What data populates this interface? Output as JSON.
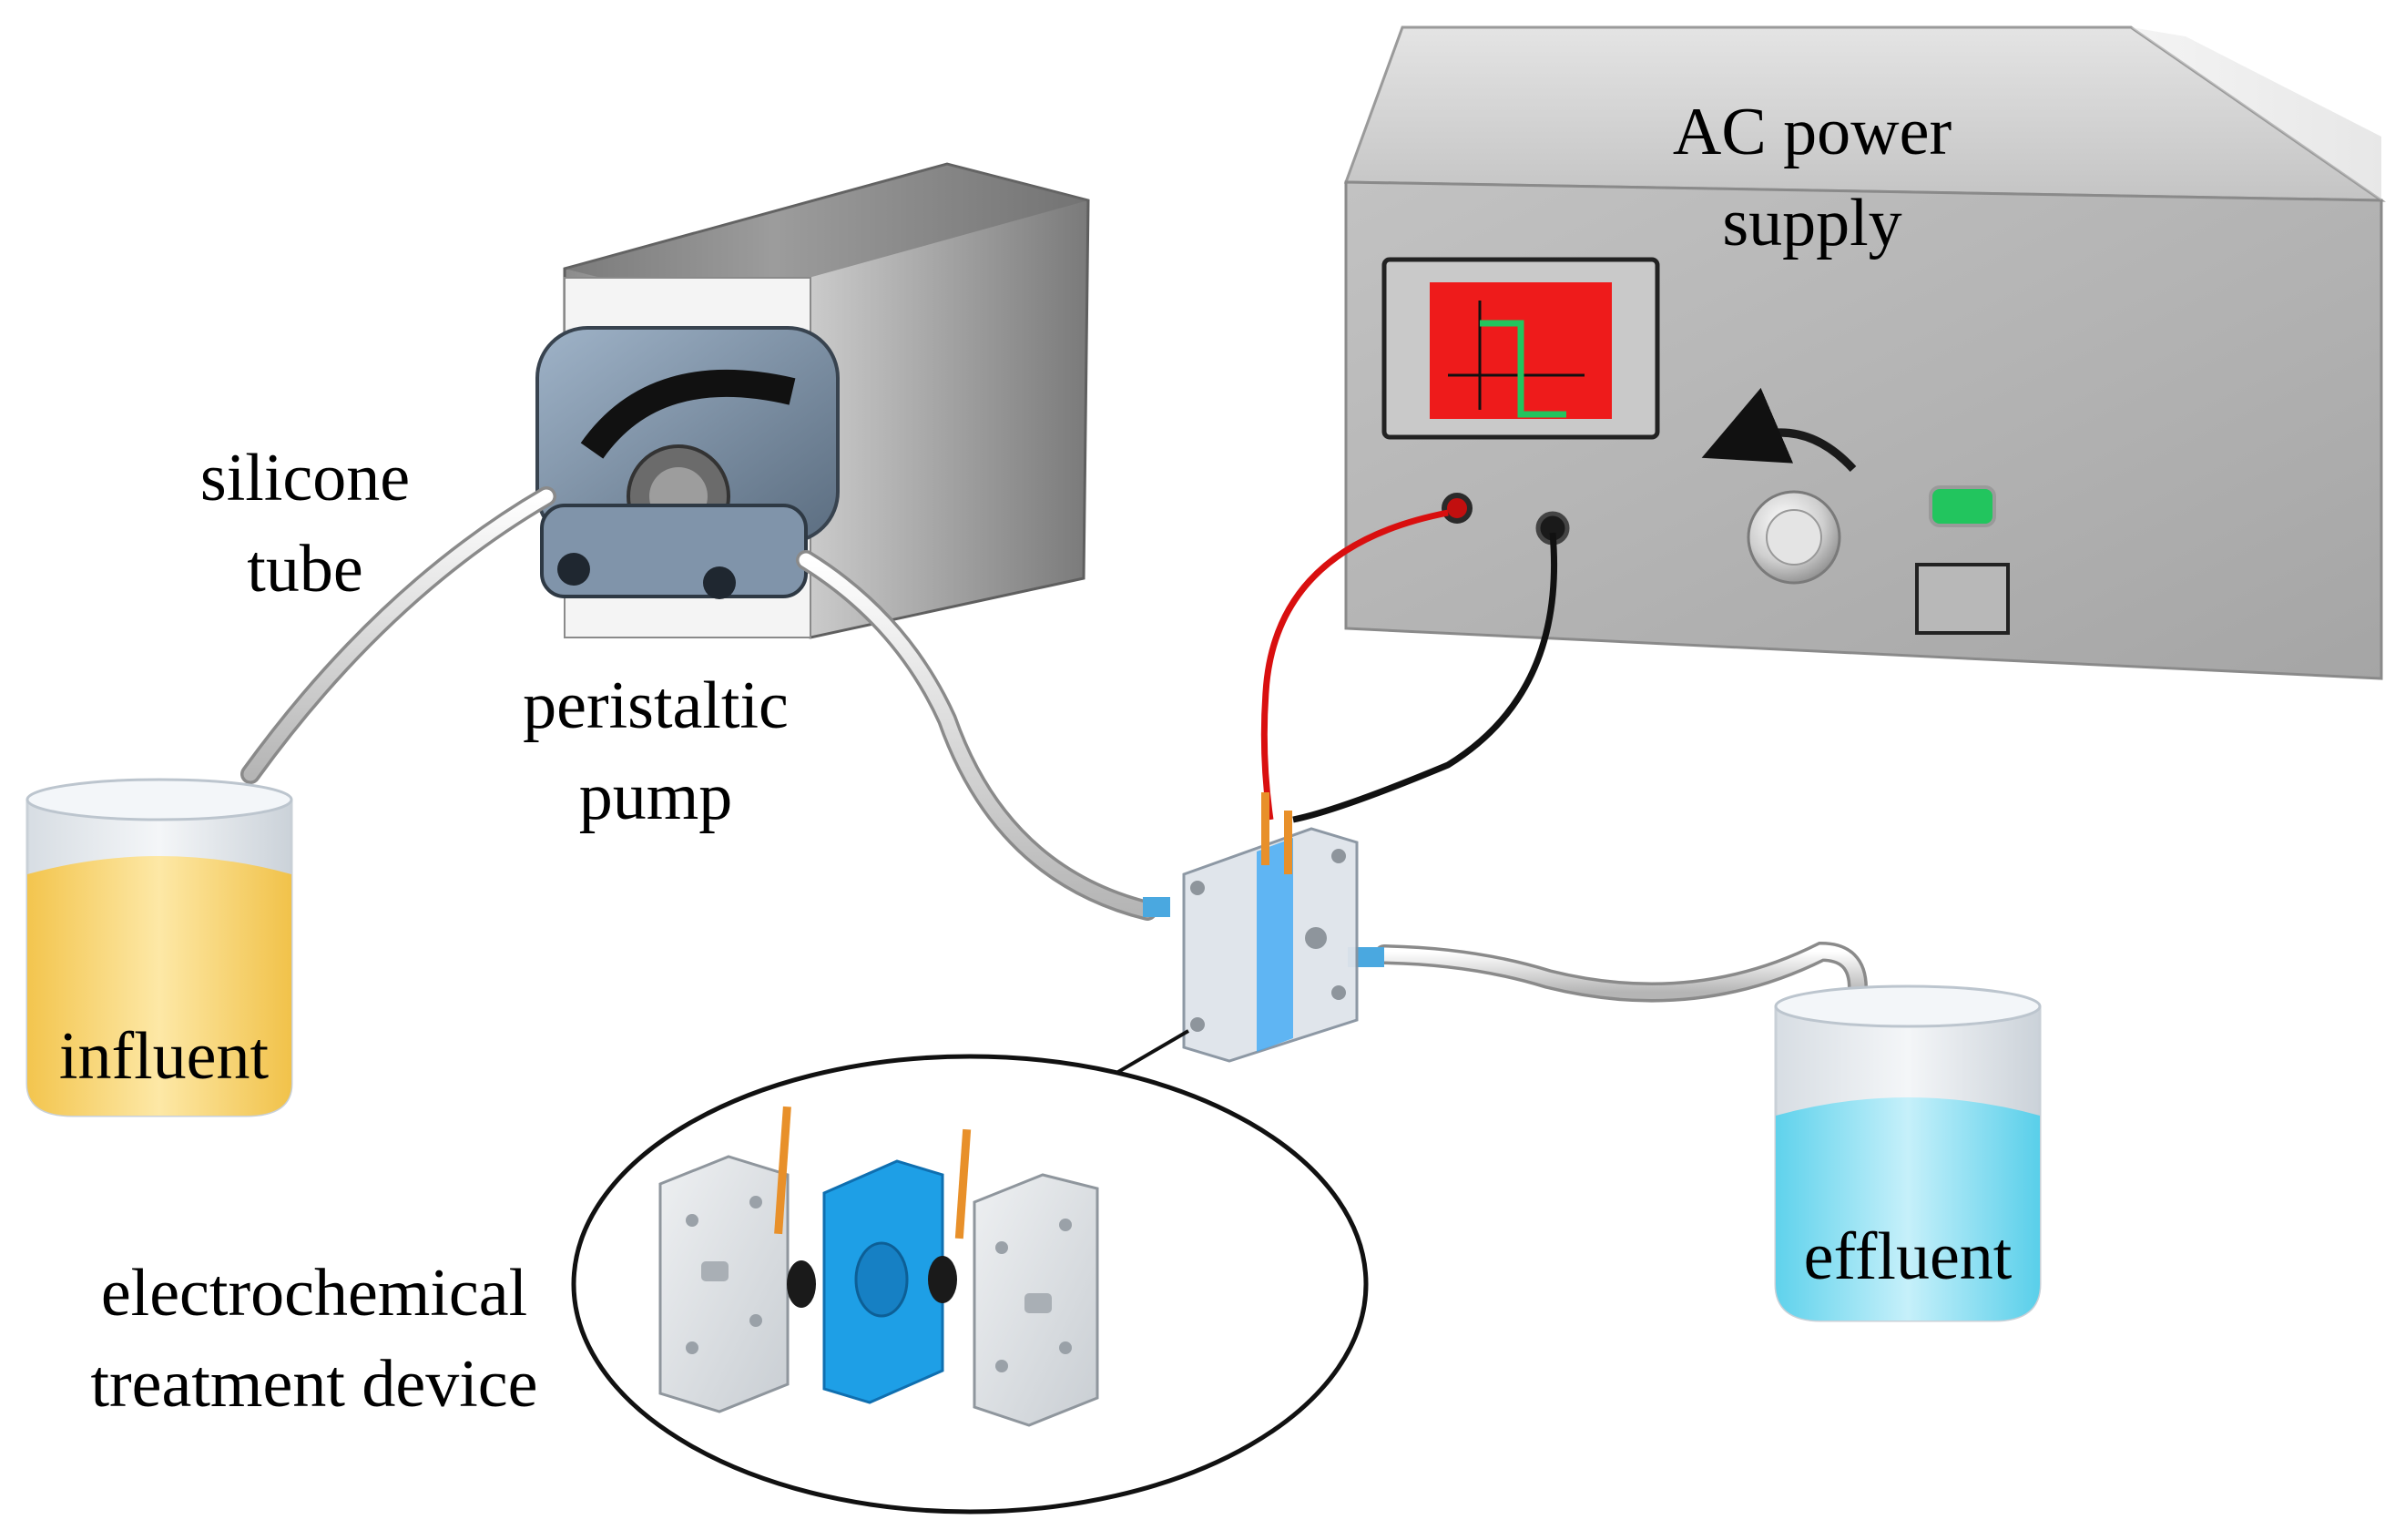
{
  "labels": {
    "ac_power_supply": [
      "AC power",
      "supply"
    ],
    "silicone_tube": [
      "silicone",
      "tube"
    ],
    "peristaltic_pump": [
      "peristaltic",
      "pump"
    ],
    "influent": "influent",
    "effluent": "effluent",
    "electrochemical_device": [
      "electrochemical",
      "treatment device"
    ]
  },
  "colors": {
    "display_background": "#ee1b1b",
    "waveform": "#22c55e",
    "indicator_led": "#22c55e",
    "positive_wire": "#d90f0f",
    "negative_wire": "#111111",
    "influent_liquid": "#f7d67a",
    "effluent_liquid": "#7fdcf0",
    "membrane": "#1e9fe6",
    "electrode": "#e8902a"
  },
  "icons": {
    "power_knob_arrow": "curved-arrow-counterclockwise-icon",
    "zoom_arrow": "arrow-down-left-icon"
  }
}
